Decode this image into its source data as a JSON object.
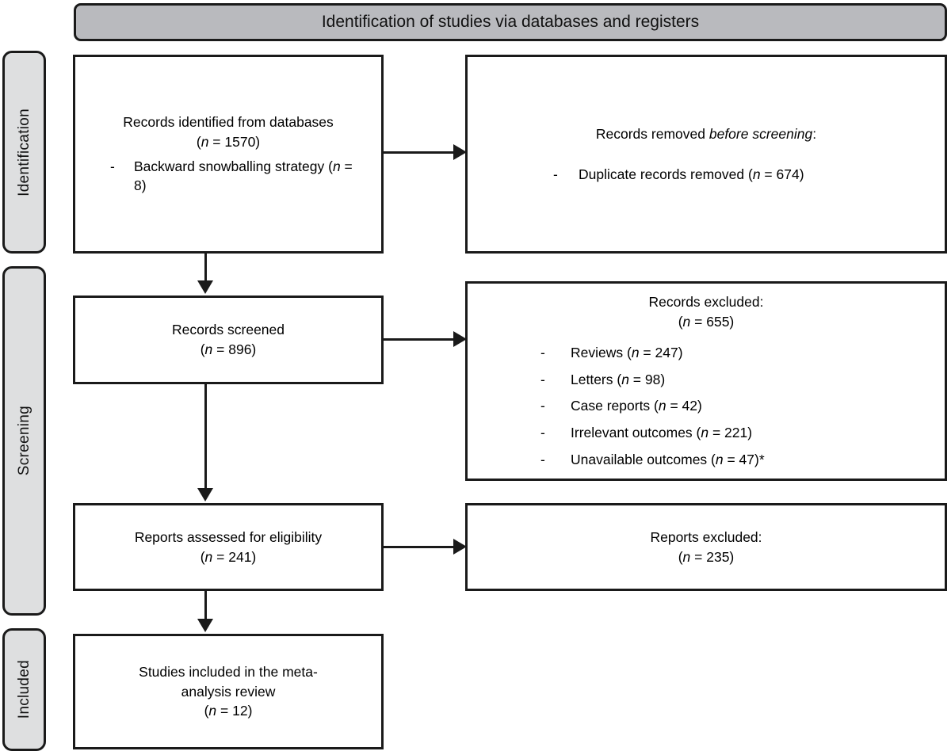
{
  "diagram": {
    "banner": {
      "text": "Identification of studies via databases and registers"
    },
    "stages": [
      {
        "id": "identification",
        "label": "Identification"
      },
      {
        "id": "screening",
        "label": "Screening"
      },
      {
        "id": "included",
        "label": "Included"
      }
    ],
    "boxes": {
      "identified": {
        "line1": "Records identified from databases",
        "line2_open": "(",
        "line2_n": "n",
        "line2_rest": " = 1570)",
        "bullets": [
          {
            "dash": "-",
            "text": "Backward snowballing strategy (n = 8)",
            "text_pre": "Backward snowballing strategy (",
            "text_n": "n",
            "text_post": " = 8)"
          }
        ]
      },
      "removed": {
        "title_pre": "Records removed ",
        "title_em": "before screening",
        "title_post": ":",
        "bullets": [
          {
            "dash": "-",
            "text_pre": "Duplicate records removed (",
            "text_n": "n",
            "text_post": " = 674)"
          }
        ]
      },
      "screened": {
        "line1": "Records screened",
        "line2_open": "(",
        "line2_n": "n",
        "line2_rest": " = 896)"
      },
      "records_excluded": {
        "title": "Records excluded:",
        "count_open": "(",
        "count_n": "n",
        "count_rest": " = 655)",
        "bullets": [
          {
            "dash": "-",
            "text_pre": "Reviews (",
            "text_n": "n",
            "text_post": " = 247)"
          },
          {
            "dash": "-",
            "text_pre": "Letters (",
            "text_n": "n",
            "text_post": " = 98)"
          },
          {
            "dash": "-",
            "text_pre": "Case reports (",
            "text_n": "n",
            "text_post": " = 42)"
          },
          {
            "dash": "-",
            "text_pre": "Irrelevant outcomes (",
            "text_n": "n",
            "text_post": " = 221)"
          },
          {
            "dash": "-",
            "text_pre": "Unavailable outcomes (",
            "text_n": "n",
            "text_post": " = 47)*"
          }
        ]
      },
      "assessed": {
        "line1": "Reports assessed for eligibility",
        "line2_open": "(",
        "line2_n": "n",
        "line2_rest": " = 241)"
      },
      "reports_excluded": {
        "line1": "Reports excluded:",
        "line2_open": "(",
        "line2_n": "n",
        "line2_rest": " = 235)"
      },
      "included": {
        "line1": "Studies included in the meta-",
        "line2": "analysis review",
        "line3_open": "(",
        "line3_n": "n",
        "line3_rest": " = 12)"
      }
    },
    "colors": {
      "banner_fill": "#b9babe",
      "stage_tab_fill": "#dedfe0",
      "stroke": "#1a1a1a",
      "box_fill": "#ffffff",
      "text": "#111111"
    }
  }
}
